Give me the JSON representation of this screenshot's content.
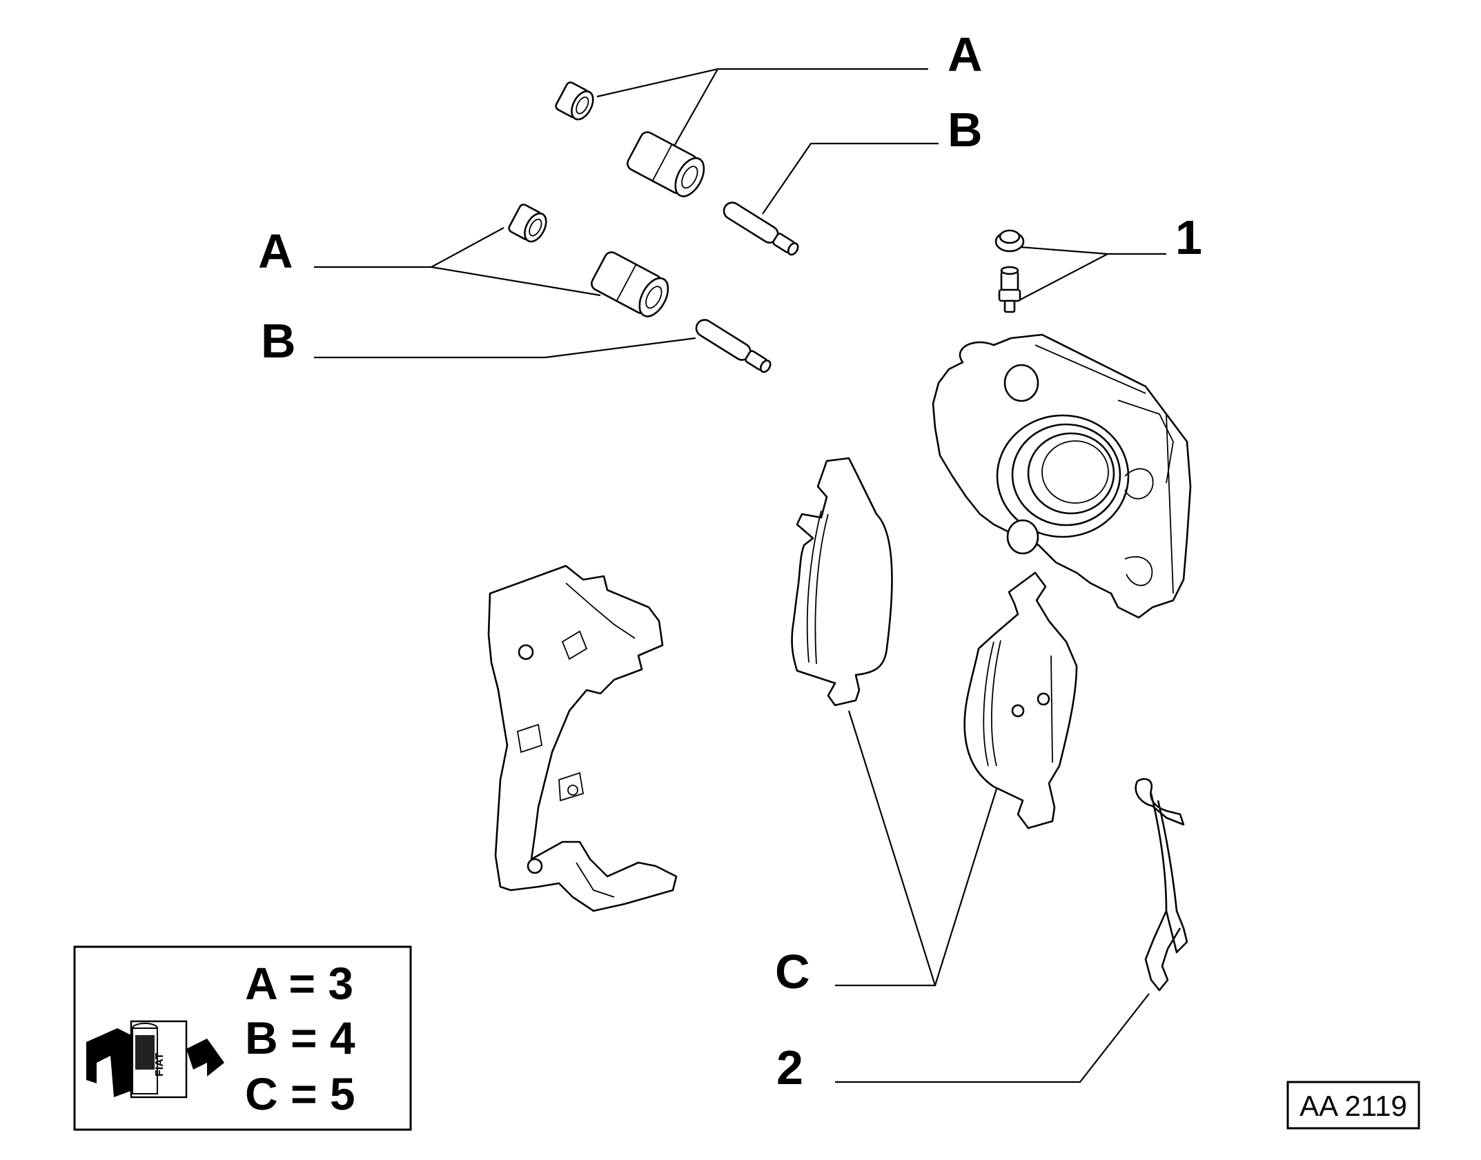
{
  "callouts": {
    "a_top": "A",
    "b_top": "B",
    "one": "1",
    "a_mid": "A",
    "b_mid": "B",
    "c": "C",
    "two": "2"
  },
  "legend": {
    "rows": [
      {
        "text": "A = 3"
      },
      {
        "text": "B = 4"
      },
      {
        "text": "C = 5"
      }
    ],
    "logo_text": "FIAT"
  },
  "drawing_code": "AA 2119"
}
